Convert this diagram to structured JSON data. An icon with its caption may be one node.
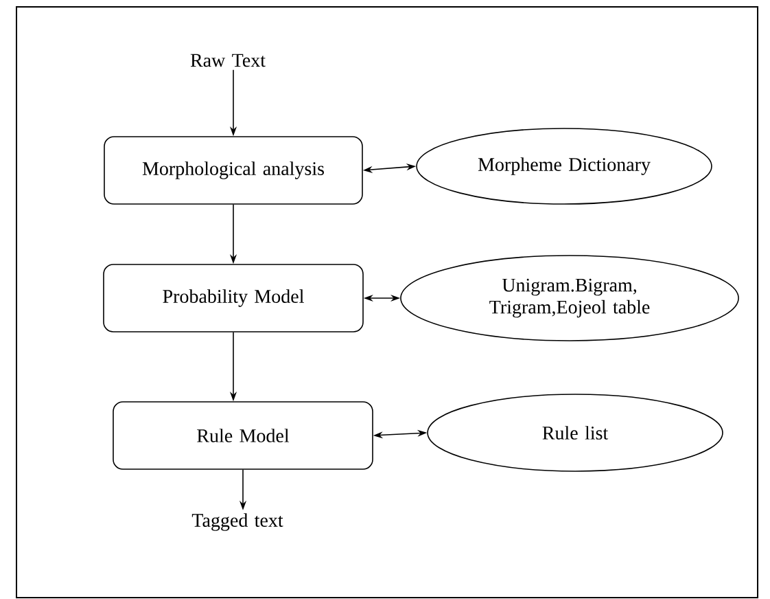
{
  "diagram": {
    "nodes": [
      {
        "text": [
          "Raw Text"
        ]
      },
      {
        "text": [
          "Morphological analysis"
        ]
      },
      {
        "text": [
          "Morpheme Dictionary"
        ]
      },
      {
        "text": [
          "Probability Model"
        ]
      },
      {
        "text": [
          "Unigram.Bigram, Trigram,Eojeol table"
        ]
      },
      {
        "text": [
          "Rule Model"
        ]
      },
      {
        "text": [
          "Rule list"
        ]
      },
      {
        "text": [
          "Tagged text"
        ]
      }
    ],
    "edges": [
      {
        "from": 0,
        "to": 1,
        "arrow": "to"
      },
      {
        "from": 1,
        "to": 2,
        "arrow": "both"
      },
      {
        "from": 1,
        "to": 3,
        "arrow": "to"
      },
      {
        "from": 3,
        "to": 4,
        "arrow": "both"
      },
      {
        "from": 3,
        "to": 5,
        "arrow": "to"
      },
      {
        "from": 5,
        "to": 6,
        "arrow": "both"
      },
      {
        "from": 5,
        "to": 7,
        "arrow": "to"
      }
    ]
  }
}
